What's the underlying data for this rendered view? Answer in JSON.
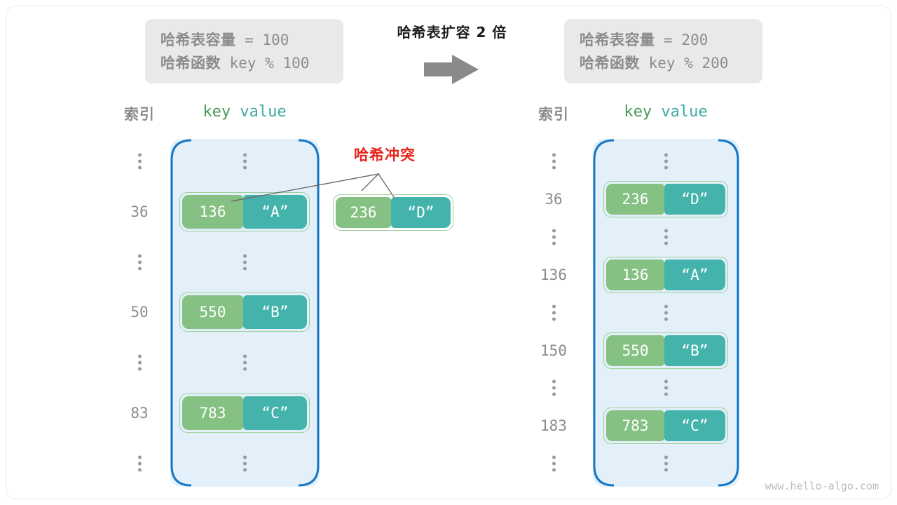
{
  "title": "哈希表扩容 2 倍",
  "arrow_icon": "right-arrow-icon",
  "watermark": "www.hello-algo.com",
  "colors": {
    "key_cell": "#84c183",
    "value_cell": "#44b3ac",
    "bucket_fill": "#e3f0fa",
    "bucket_stroke": "#1476c4",
    "pair_border": "#9fcf9b",
    "collision": "#e8231a",
    "info_box": "#e9e9e9",
    "muted_text": "#8c8c8c"
  },
  "before": {
    "info": {
      "capacity_label": "哈希表容量",
      "capacity_expr": " = 100",
      "function_label": "哈希函数",
      "function_expr": " key % 100"
    },
    "headers": {
      "index": "索引",
      "key": "key",
      "value": "value"
    },
    "rows": [
      {
        "index": "⋮",
        "ellipsis": true
      },
      {
        "index": "36",
        "key": "136",
        "value": "“A”"
      },
      {
        "index": "⋮",
        "ellipsis": true
      },
      {
        "index": "50",
        "key": "550",
        "value": "“B”"
      },
      {
        "index": "⋮",
        "ellipsis": true
      },
      {
        "index": "83",
        "key": "783",
        "value": "“C”"
      },
      {
        "index": "⋮",
        "ellipsis": true
      }
    ],
    "collision": {
      "label": "哈希冲突",
      "outside_entry": {
        "key": "236",
        "value": "“D”"
      }
    }
  },
  "after": {
    "info": {
      "capacity_label": "哈希表容量",
      "capacity_expr": " = 200",
      "function_label": "哈希函数",
      "function_expr": " key % 200"
    },
    "headers": {
      "index": "索引",
      "key": "key",
      "value": "value"
    },
    "rows": [
      {
        "index": "⋮",
        "ellipsis": true
      },
      {
        "index": "36",
        "key": "236",
        "value": "“D”"
      },
      {
        "index": "⋮",
        "ellipsis": true
      },
      {
        "index": "136",
        "key": "136",
        "value": "“A”"
      },
      {
        "index": "⋮",
        "ellipsis": true
      },
      {
        "index": "150",
        "key": "550",
        "value": "“B”"
      },
      {
        "index": "⋮",
        "ellipsis": true
      },
      {
        "index": "183",
        "key": "783",
        "value": "“C”"
      },
      {
        "index": "⋮",
        "ellipsis": true
      }
    ]
  }
}
